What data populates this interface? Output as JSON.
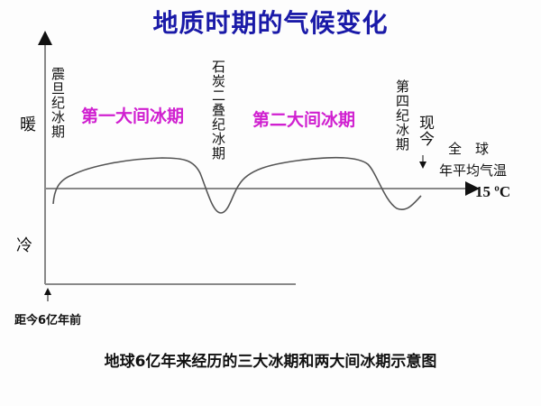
{
  "title": "地质时期的气候变化",
  "axis": {
    "warm_label": "暖",
    "cold_label": "冷",
    "start_label": "距今6亿年前",
    "reference_label_line1": "全　球",
    "reference_label_line2": "年平均气温",
    "reference_value": "15 ºC",
    "now_label": "现今"
  },
  "ice_ages": [
    {
      "label": "震旦纪冰期"
    },
    {
      "label": "石炭二叠纪冰期"
    },
    {
      "label": "第四纪冰期"
    }
  ],
  "interglacials": [
    {
      "label": "第一大间冰期"
    },
    {
      "label": "第二大间冰期"
    }
  ],
  "caption": "地球6亿年来经历的三大冰期和两大间冰期示意图",
  "colors": {
    "title": "#1a1aa8",
    "interglacial": "#d020d0",
    "axis": "#888888",
    "curve": "#555555"
  },
  "chart_data": {
    "type": "line",
    "title": "地质时期的气候变化",
    "xlabel": "距今6亿年前 → 现今",
    "ylabel": "冷 ↔ 暖",
    "reference_line": {
      "label": "全球年平均气温",
      "value": "15 ºC"
    },
    "series": [
      {
        "name": "气候变化曲线",
        "description": "relative temperature vs. time (schematic)",
        "points": [
          {
            "phase": "震旦纪冰期",
            "relative": "cold"
          },
          {
            "phase": "第一大间冰期",
            "relative": "warm"
          },
          {
            "phase": "石炭二叠纪冰期",
            "relative": "cold"
          },
          {
            "phase": "第二大间冰期",
            "relative": "warm"
          },
          {
            "phase": "第四纪冰期",
            "relative": "cold"
          }
        ]
      }
    ],
    "annotations": [
      "震旦纪冰期",
      "第一大间冰期",
      "石炭二叠纪冰期",
      "第二大间冰期",
      "第四纪冰期",
      "现今"
    ]
  }
}
